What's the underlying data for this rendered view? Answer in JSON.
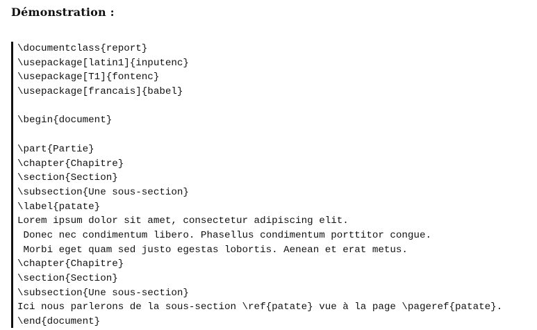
{
  "heading": "Démonstration :",
  "code_lines": [
    "\\documentclass{report}",
    "\\usepackage[latin1]{inputenc}",
    "\\usepackage[T1]{fontenc}",
    "\\usepackage[francais]{babel}",
    "",
    "\\begin{document}",
    "",
    "\\part{Partie}",
    "\\chapter{Chapitre}",
    "\\section{Section}",
    "\\subsection{Une sous-section}",
    "\\label{patate}",
    "Lorem ipsum dolor sit amet, consectetur adipiscing elit.",
    " Donec nec condimentum libero. Phasellus condimentum porttitor congue.",
    " Morbi eget quam sed justo egestas lobortis. Aenean et erat metus.",
    "\\chapter{Chapitre}",
    "\\section{Section}",
    "\\subsection{Une sous-section}",
    "Ici nous parlerons de la sous-section \\ref{patate} vue à la page \\pageref{patate}.",
    "\\end{document}"
  ]
}
